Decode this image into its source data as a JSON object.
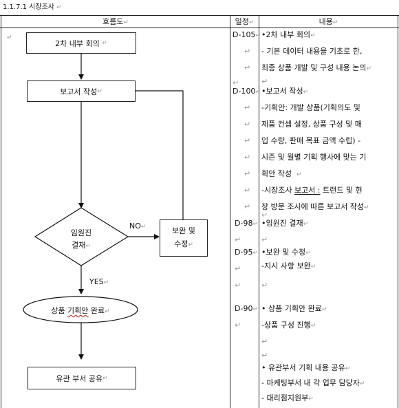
{
  "section_title": "1.1.7.1 시장조사",
  "headers": {
    "flow": "흐름도",
    "schedule": "일정",
    "content": "내용"
  },
  "flow": {
    "step1": "2차 내부 회의",
    "step2": "보고서 작성",
    "decision_line1": "임원진",
    "decision_line2": "결재",
    "no_label": "NO",
    "yes_label": "YES",
    "revise_line1": "보완 및",
    "revise_line2": "수정",
    "step4": "상품 기획안 완료",
    "step5": "유관 부서 공유"
  },
  "schedule": {
    "d105": "D-105",
    "d100": "D-100",
    "d98": "D-98",
    "d95": "D-95",
    "d90": "D-90"
  },
  "content": {
    "c1_title": "•2차 내부 회의",
    "c1_l1": "- 기본 데이터 내용을 기초로 한,",
    "c1_l2": "최종 상품 개발 및 구성 내용 논의",
    "c2_title": "•보고서 작성",
    "c2_l1": "-기획안: 개발 상품(기획의도 및",
    "c2_l2": "제품 컨셉 설정, 상품 구성 및 매",
    "c2_l3": "입 수량, 판매 목표 금액 수립) -",
    "c2_l4": "시즌 및 월별 기획 행사에 맞는 기",
    "c2_l5": "획안 작성",
    "c2_l6_pre": "-시장조사 ",
    "c2_l6_link": "보고서 :",
    "c2_l6_post": " 트랜드 및 현",
    "c2_l7": "장 방문 조사에 따른 보고서 작성",
    "c3_title": "•임원진 결재",
    "c4_title": "•보완 및 수정",
    "c4_l1": "-지시 사항 보완",
    "c5_title": "• 상품 기획안 완료",
    "c5_l1": "-상품 구성 진행",
    "c6_title": "• 유관부서 기획 내용 공유",
    "c6_l1": "- 마케팅부서 내 각 업무 담당자",
    "c6_l2": "- 대리점지원부"
  }
}
